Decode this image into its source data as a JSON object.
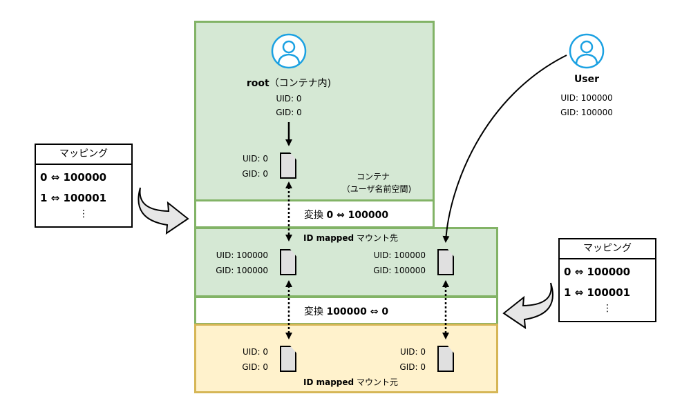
{
  "container": {
    "root_label": "root",
    "root_suffix": "（コンテナ内)",
    "root_uid": "UID: 0",
    "root_gid": "GID: 0",
    "file_uid": "UID: 0",
    "file_gid": "GID: 0",
    "ns_label_1": "コンテナ",
    "ns_label_2": "（ユーザ名前空間)"
  },
  "host_user": {
    "name": "User",
    "uid": "UID: 100000",
    "gid": "GID: 100000"
  },
  "conversion_top": {
    "prefix": "変換",
    "mapping": "0 ⇔ 100000"
  },
  "mapped_mount": {
    "label_bold": "ID mapped",
    "label_rest": "マウント先",
    "left_uid": "UID: 100000",
    "left_gid": "GID: 100000",
    "right_uid": "UID: 100000",
    "right_gid": "GID: 100000"
  },
  "conversion_bottom": {
    "prefix": "変換",
    "mapping": "100000 ⇔ 0"
  },
  "source_mount": {
    "label_bold": "ID mapped",
    "label_rest": "マウント元",
    "left_uid": "UID: 0",
    "left_gid": "GID: 0",
    "right_uid": "UID: 0",
    "right_gid": "GID: 0"
  },
  "legend_left": {
    "title": "マッピング",
    "rows": [
      "0 ⇔ 100000",
      "1 ⇔ 100001"
    ],
    "ellipsis": "⋮"
  },
  "legend_right": {
    "title": "マッピング",
    "rows": [
      "0 ⇔ 100000",
      "1 ⇔ 100001"
    ],
    "ellipsis": "⋮"
  },
  "colors": {
    "green_fill": "#d5e8d4",
    "green_stroke": "#82b366",
    "yellow_fill": "#fff2cc",
    "yellow_stroke": "#d6b656",
    "user_icon": "#1ba1e2",
    "arrow_fill": "#e6e6e6"
  },
  "icons": [
    "user-icon",
    "file-icon",
    "curved-arrow-icon"
  ]
}
